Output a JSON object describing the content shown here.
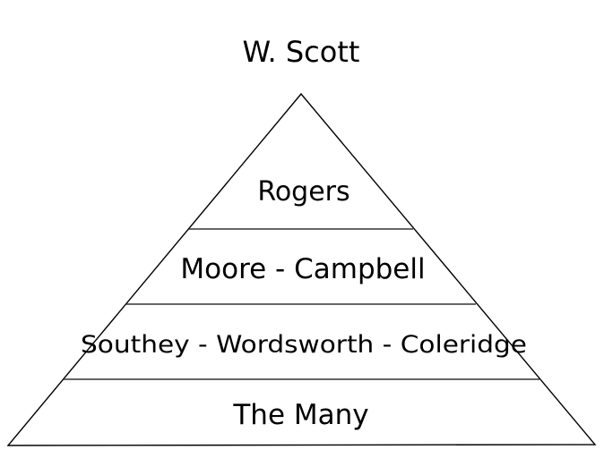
{
  "diagram": {
    "title": "W. Scott",
    "tiers": [
      {
        "label": "Rogers"
      },
      {
        "label": "Moore - Campbell"
      },
      {
        "label": "Southey - Wordsworth - Coleridge"
      },
      {
        "label": "The Many"
      }
    ],
    "colors": {
      "stroke": "#000000",
      "divider": "#333333",
      "background": "#ffffff"
    }
  }
}
